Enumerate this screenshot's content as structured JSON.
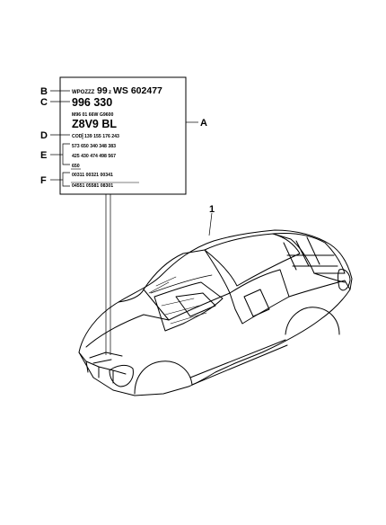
{
  "callouts": {
    "a": "A",
    "b": "B",
    "c": "C",
    "d": "D",
    "e": "E",
    "f": "F",
    "part_1": "1"
  },
  "label": {
    "vin_prefix": "WPOZZZ",
    "vin_model": "99",
    "vin_small_letter": "z",
    "vin_serial": "WS 602477",
    "part_number": "996 330",
    "line_m96": "M96 01   66W   G9600",
    "color_code": "Z8V9   BL",
    "cod_prefix": "COD",
    "cod_row": "139   155   176   243",
    "options_row_1": "573   650   340   348   383",
    "options_row_2": "425   430   474   498   567",
    "options_row_3": "650",
    "f_row_1": "00311   00321   00341",
    "f_row_2": "04551   05581   08301"
  },
  "colors": {
    "line": "#000000",
    "background": "#ffffff"
  }
}
